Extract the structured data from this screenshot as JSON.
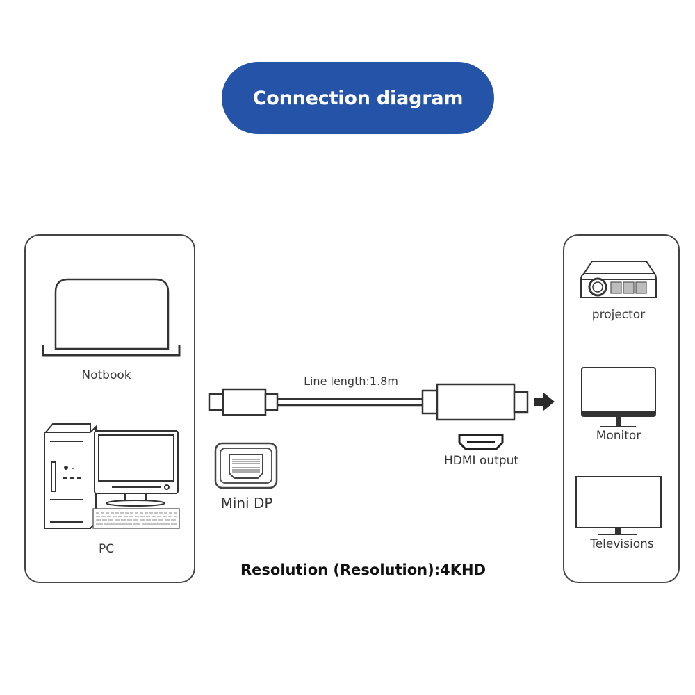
{
  "title": "Connection diagram",
  "sources": {
    "items": [
      {
        "label": "Notbook",
        "icon": "laptop-icon"
      },
      {
        "label": "PC",
        "icon": "desktop-pc-icon"
      }
    ]
  },
  "cable": {
    "length_label": "Line length:1.8m",
    "input_connector": {
      "label": "Mini DP",
      "icon": "mini-displayport-icon"
    },
    "output_connector": {
      "label": "HDMI output",
      "icon": "hdmi-port-icon"
    },
    "direction_icon": "arrow-right-icon"
  },
  "outputs": {
    "items": [
      {
        "label": "projector",
        "icon": "projector-icon"
      },
      {
        "label": "Monitor",
        "icon": "monitor-icon"
      },
      {
        "label": "Televisions",
        "icon": "television-icon"
      }
    ]
  },
  "resolution_note": "Resolution (Resolution):4KHD",
  "colors": {
    "title_background": "#2453a8",
    "title_text": "#ffffff",
    "line": "#333333"
  }
}
